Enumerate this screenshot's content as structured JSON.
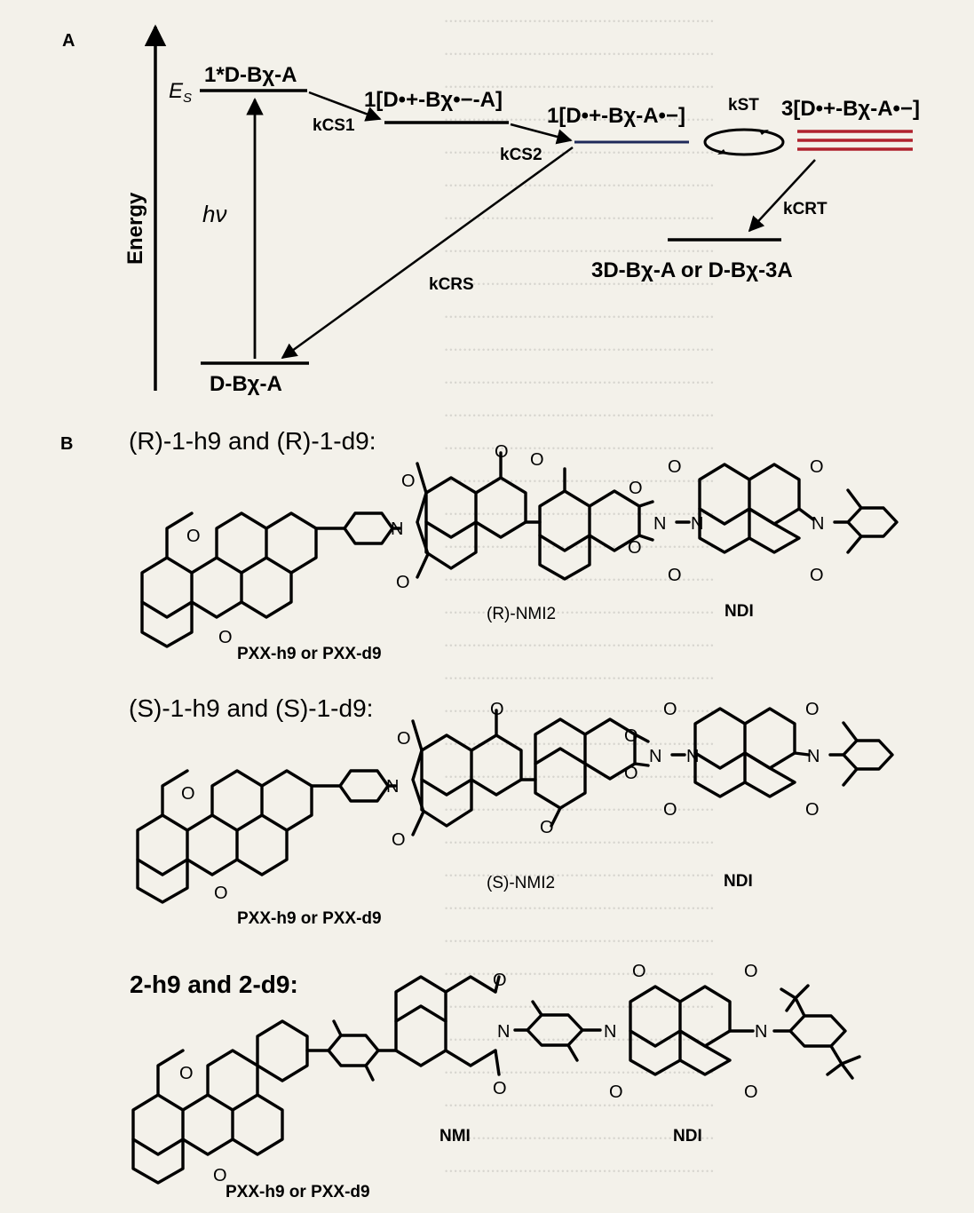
{
  "panel_a": {
    "label": "A",
    "y_axis_label": "Energy",
    "es_label": "E",
    "es_sub": "S",
    "states": {
      "excited": "1*D-Bχ-A",
      "cs1": "1[D•+-Bχ•−-A]",
      "cs2": "1[D•+-Bχ-A•−]",
      "triplet_rp": "3[D•+-Bχ-A•−]",
      "ground": "D-Bχ-A",
      "local_triplet": "3D-Bχ-A or D-Bχ-3A"
    },
    "rates": {
      "hv": "hν",
      "kcs1": "kCS1",
      "kcs2": "kCS2",
      "kst": "kST",
      "kcrt": "kCRT",
      "kcrs": "kCRS"
    },
    "colors": {
      "triplet_level": "#b0222e",
      "cs2_level": "#1f2a5a"
    }
  },
  "panel_b": {
    "label": "B",
    "compounds": [
      {
        "heading": "(R)-1-h9 and (R)-1-d9:",
        "donor": "PXX-h9 or PXX-d9",
        "bridge": "(R)-NMI2",
        "acceptor": "NDI"
      },
      {
        "heading": "(S)-1-h9 and (S)-1-d9:",
        "donor": "PXX-h9 or PXX-d9",
        "bridge": "(S)-NMI2",
        "acceptor": "NDI"
      },
      {
        "heading": "2-h9 and 2-d9:",
        "donor": "PXX-h9 or PXX-d9",
        "bridge": "NMI",
        "acceptor": "NDI"
      }
    ],
    "atoms": {
      "oxygen": "O",
      "nitrogen": "N"
    }
  }
}
